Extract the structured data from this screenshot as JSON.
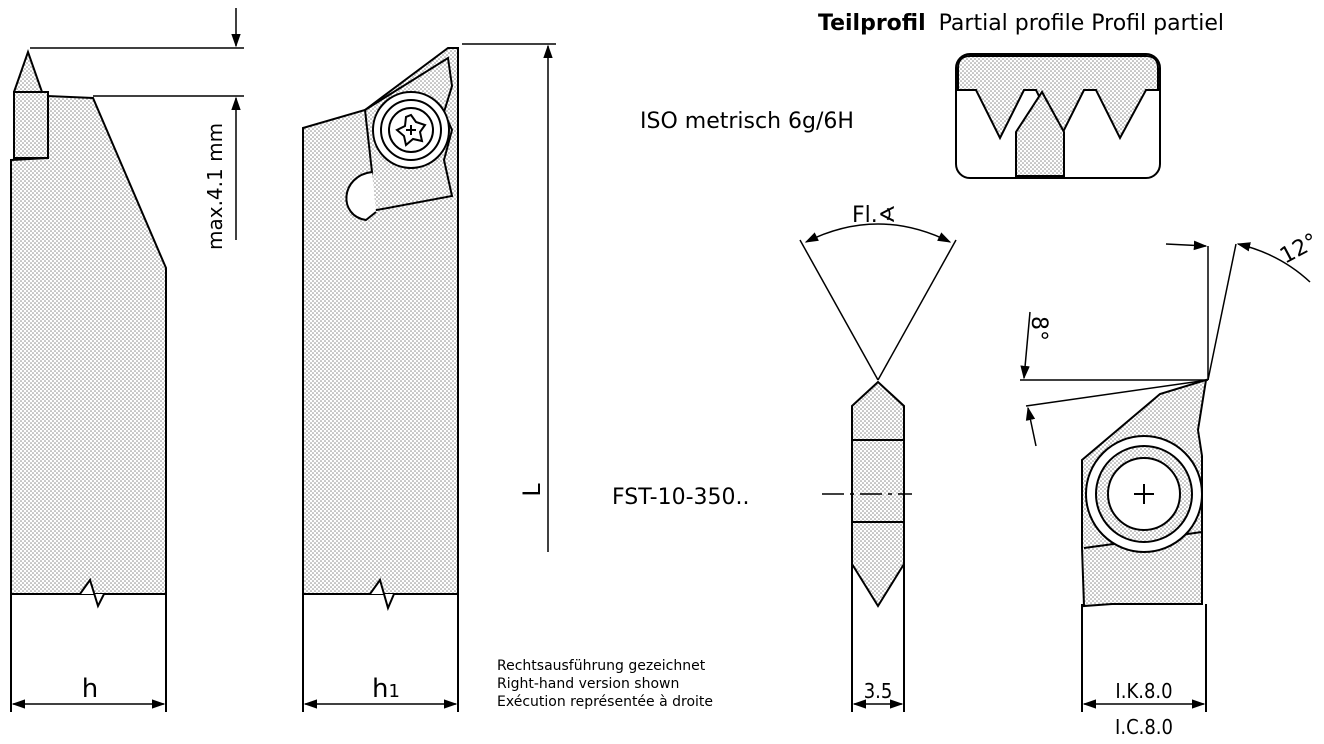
{
  "header": {
    "title_bold": "Teilprofil",
    "title_rest": "Partial profile Profil partiel"
  },
  "labels": {
    "thread": "ISO metrisch 6g/6H",
    "insert": "FST-10-350..",
    "flank_angle": "Fl.∢",
    "max_depth": "max.4.1 mm",
    "length": "L",
    "height": "h",
    "height1_base": "h",
    "height1_sub": "1",
    "width": "3.5",
    "angle12": "12°",
    "angle8": "8°",
    "ik": "I.K.8.0",
    "ic": "I.C.8.0"
  },
  "note": {
    "de": "Rechtsausführung gezeichnet",
    "en": "Right-hand version shown",
    "fr": "Exécution représentée à droite"
  },
  "colors": {
    "line": "#000000",
    "stipple": "#8a8a8a"
  }
}
